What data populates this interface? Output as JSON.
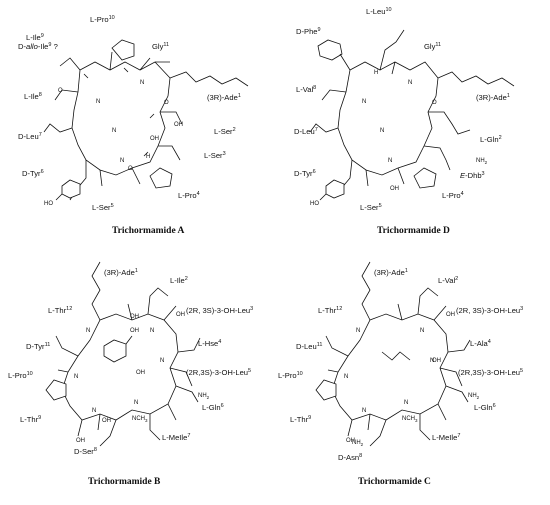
{
  "panels": [
    {
      "title": "Trichormamide A",
      "labels": [
        "L-Ile9",
        "D-allo-Ile9 ?",
        "L-Pro10",
        "Gly11",
        "L-Ile8",
        "(3R)-Ade1",
        "D-Leu7",
        "L-Ser2",
        "L-Ser3",
        "D-Tyr6",
        "HO",
        "L-Ser5",
        "L-Pro4"
      ]
    },
    {
      "title": "Trichormamide D",
      "labels": [
        "L-Leu10",
        "D-Phe9",
        "Gly11",
        "L-Val8",
        "(3R)-Ade1",
        "D-Leu7",
        "L-Gln2",
        "NH2",
        "D-Tyr6",
        "HO",
        "E-Dhb3",
        "L-Ser5",
        "L-Pro4"
      ]
    },
    {
      "title": "Trichormamide B",
      "labels": [
        "(3R)-Ade1",
        "L-Ile2",
        "L-Thr12",
        "(2R, 3S)-3-OH-Leu3",
        "OH",
        "D-Tyr11",
        "L-Hse4",
        "L-Pro10",
        "(2R,3S)-3-OH-Leu5",
        "NH2",
        "L-Gln6",
        "NCH3",
        "L-Thr9",
        "D-Ser8",
        "L-MeIle7"
      ]
    },
    {
      "title": "Trichormamide C",
      "labels": [
        "(3R)-Ade1",
        "L-Val2",
        "L-Thr12",
        "(2R, 3S)-3-OH-Leu3",
        "D-Leu11",
        "L-Ala4",
        "L-Pro10",
        "(2R,3S)-3-OH-Leu5",
        "NH2",
        "L-Gln6",
        "NCH3",
        "L-Thr9",
        "D-Asn8",
        "L-MeIle7"
      ]
    }
  ]
}
